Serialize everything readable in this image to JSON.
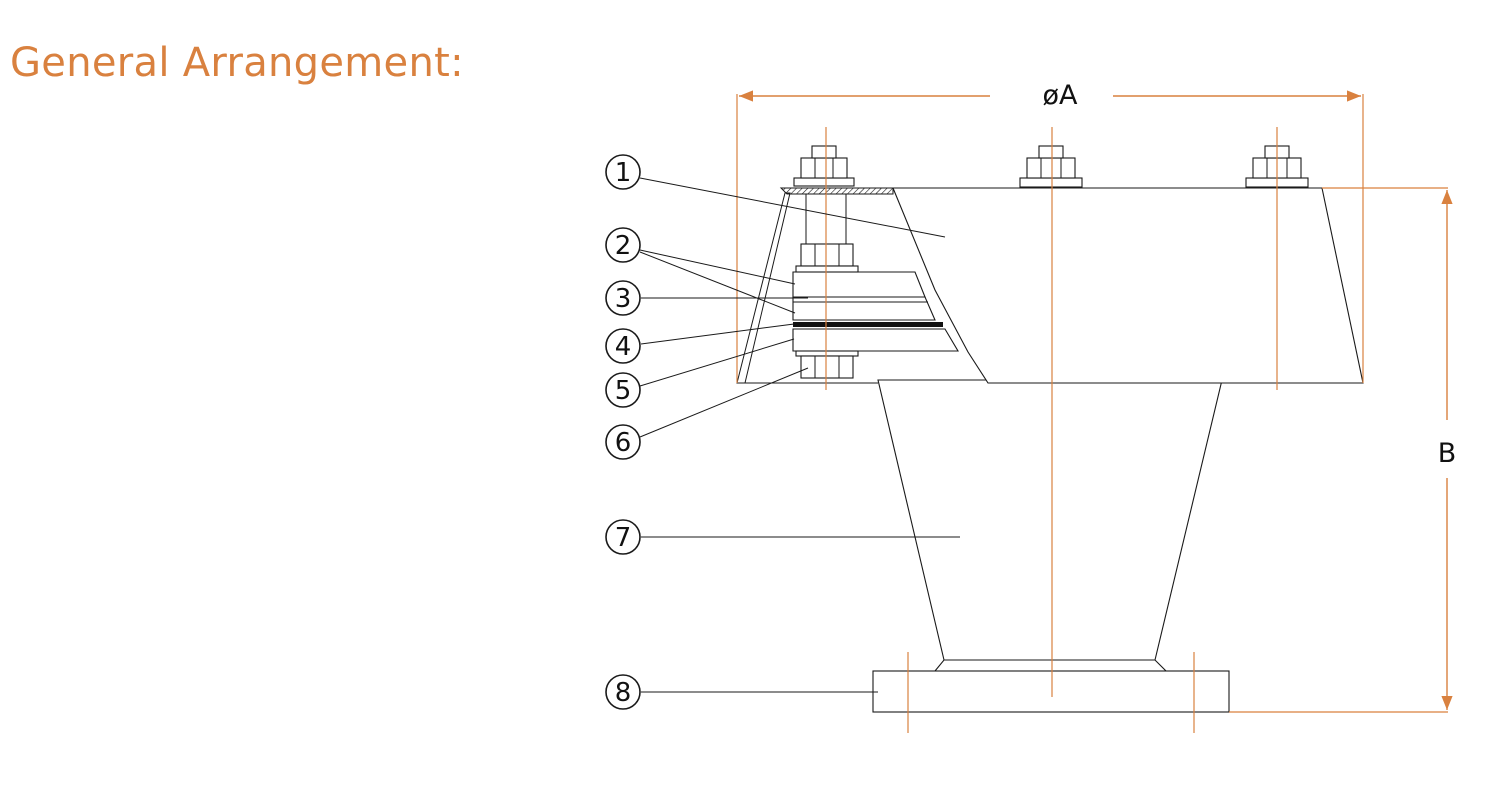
{
  "header": {
    "title": "General Arrangement:"
  },
  "colors": {
    "accent": "#d9813f",
    "line": "#1a1a1a"
  },
  "dimensions": {
    "diameter": "øA",
    "height": "B"
  },
  "callouts": [
    {
      "label": "1"
    },
    {
      "label": "2"
    },
    {
      "label": "3"
    },
    {
      "label": "4"
    },
    {
      "label": "5"
    },
    {
      "label": "6"
    },
    {
      "label": "7"
    },
    {
      "label": "8"
    }
  ]
}
